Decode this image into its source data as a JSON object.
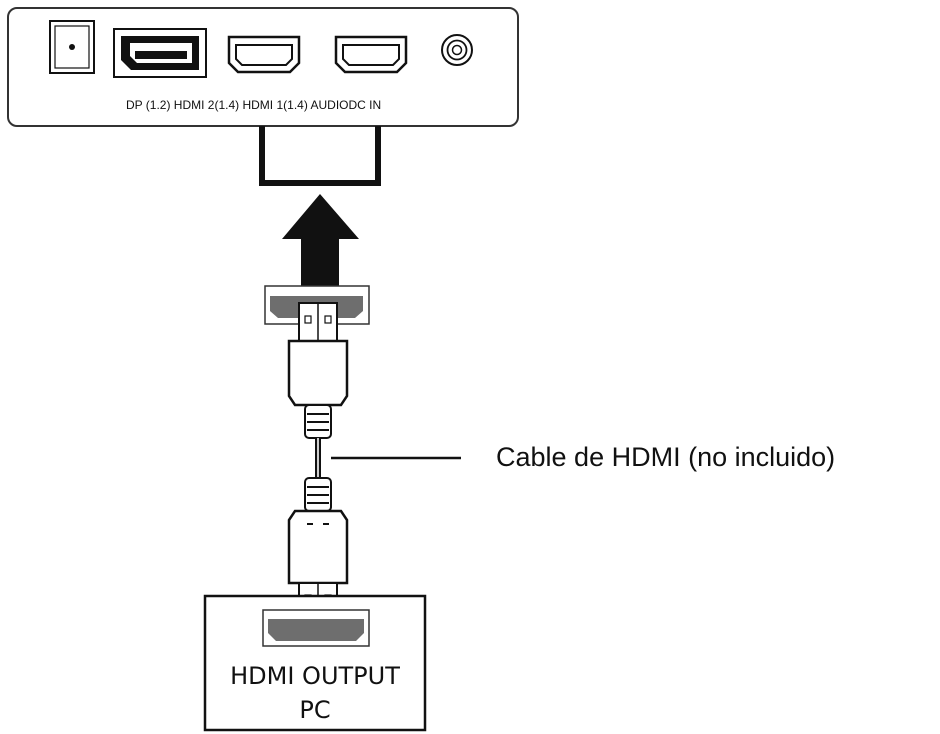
{
  "monitor_panel": {
    "port_labels_text": "DP (1.2) HDMI 2(1.4) HDMI 1(1.4) AUDIODC IN",
    "ports": [
      {
        "id": "dc-in-port",
        "icon": "dc-power-jack-icon"
      },
      {
        "id": "displayport-port",
        "icon": "displayport-icon"
      },
      {
        "id": "hdmi-2-port",
        "icon": "hdmi-port-icon"
      },
      {
        "id": "hdmi-1-port",
        "icon": "hdmi-port-icon"
      },
      {
        "id": "audio-port",
        "icon": "audio-jack-icon"
      }
    ]
  },
  "cable": {
    "label": "Cable de HDMI (no incluido)",
    "connection_arrow": "arrow-up-icon",
    "plug_icon": "hdmi-plug-icon"
  },
  "pc_box": {
    "line1": "HDMI OUTPUT",
    "line2": "PC"
  },
  "colors": {
    "line": "#111111",
    "port_fill": "#6e6e6e",
    "panel_border": "#333333"
  }
}
